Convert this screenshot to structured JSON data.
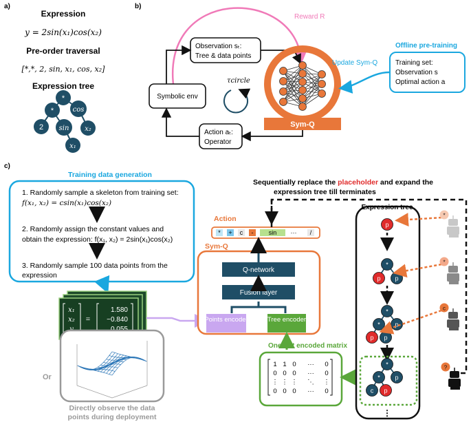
{
  "panel_a": {
    "label": "a)",
    "expression_title": "Expression",
    "expression": "y = 2sin(x₁)cos(x₂)",
    "preorder_title": "Pre-order traversal",
    "preorder": "[*,*, 2, sin, x₁, cos, x₂]",
    "tree_title": "Expression tree",
    "nodes": [
      "*",
      "*",
      "cos",
      "2",
      "sin",
      "x₂",
      "x₁"
    ]
  },
  "panel_b": {
    "label": "b)",
    "reward": "Reward R",
    "observation": "Observation sₜ:",
    "observation2": "Tree & data points",
    "tau": "τcircle",
    "symbolic_env": "Symbolic env",
    "action": "Action aₜ:",
    "action2": "Operator",
    "symq": "Sym-Q",
    "update": "Update Sym-Q",
    "offline_title": "Offline pre-training",
    "training_set": "Training set:",
    "obs_s": "Observation s",
    "optimal": "Optimal action a"
  },
  "panel_c": {
    "label": "c)",
    "gen_title": "Training data generation",
    "step1": "1. Randomly sample a skeleton from training set:",
    "step1_formula": "f(x₁, x₂) = csin(x₁)cos(x₂)",
    "step2": "2. Randomly assign the constant values and",
    "step2b": "obtain the expression: f(x₁, x₂) = 2sin(x₁)cos(x₂)",
    "step3": "3. Randomly sample 100 data points from the",
    "step3b": "expression",
    "matrix_vars": [
      "x₁",
      "x₂",
      "y"
    ],
    "matrix_vals": [
      "1.580",
      "−0.840",
      "0.055"
    ],
    "or": "Or",
    "observe": "Directly observe the data",
    "observe2": "points during deployment",
    "seq_pre": "Sequentially replace the ",
    "seq_placeholder": "placeholder",
    "seq_post": " and expand the",
    "seq_line2": "expression tree till terminates",
    "action_title": "Action",
    "action_tokens": [
      "*",
      "+",
      "c",
      "-",
      "sin",
      "···",
      "/"
    ],
    "symq_title": "Sym-Q",
    "qnetwork": "Q-network",
    "fusion": "Fusion layer",
    "points_encoder": "Points encoder",
    "tree_encoder": "Tree encoder",
    "onehot_title": "One-hot encoded matrix",
    "tree_title": "Expression tree",
    "robot_tokens": [
      "*",
      "*",
      "c",
      "?"
    ],
    "tree_p": "p",
    "tree_star": "*",
    "tree_c": "c",
    "onehot_rows": [
      [
        "1",
        "1",
        "0",
        "···",
        "0"
      ],
      [
        "0",
        "0",
        "0",
        "···",
        "0"
      ],
      [
        "⋮",
        "⋮",
        "⋮",
        "⋱",
        "⋮"
      ],
      [
        "0",
        "0",
        "0",
        "···",
        "0"
      ]
    ]
  },
  "colors": {
    "node": "#1f4e66",
    "orange": "#e8773a",
    "cyan": "#1aa7df",
    "pink": "#f07ab8",
    "green": "#5aa73a",
    "purple": "#c9a7f0",
    "red": "#e02b2b"
  }
}
